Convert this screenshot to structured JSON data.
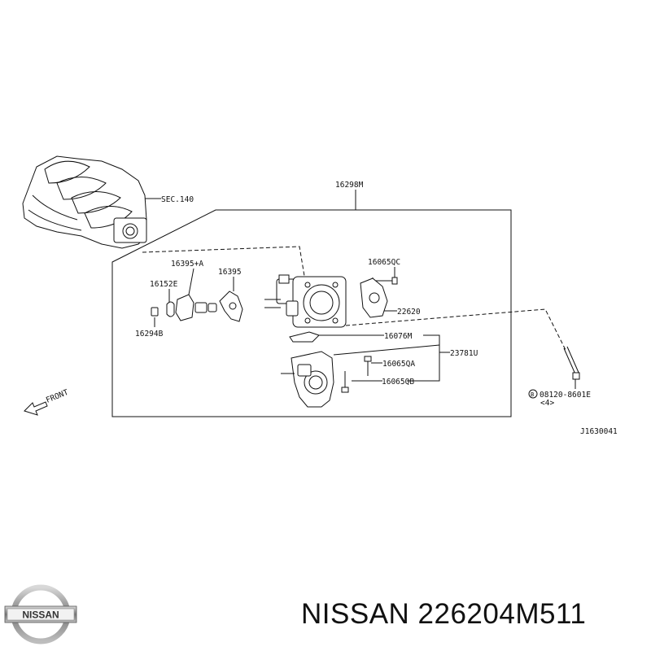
{
  "diagram": {
    "labels": {
      "sec": "SEC.140",
      "p16298m": "16298M",
      "p16395a": "16395+A",
      "p16395": "16395",
      "p16152e": "16152E",
      "p16294b": "16294B",
      "p16065qc": "16065QC",
      "p22620": "22620",
      "p16076m": "16076M",
      "p23781u": "23781U",
      "p16065qa": "16065QA",
      "p16065qb": "16065QB",
      "bolt": "08120-8601E",
      "bolt_prefix": "B",
      "bolt_qty": "<4>",
      "front": "FRONT",
      "code": "J1630041"
    }
  },
  "logo": {
    "text": "NISSAN"
  },
  "footer": {
    "brand_part": "NISSAN 226204M511"
  }
}
